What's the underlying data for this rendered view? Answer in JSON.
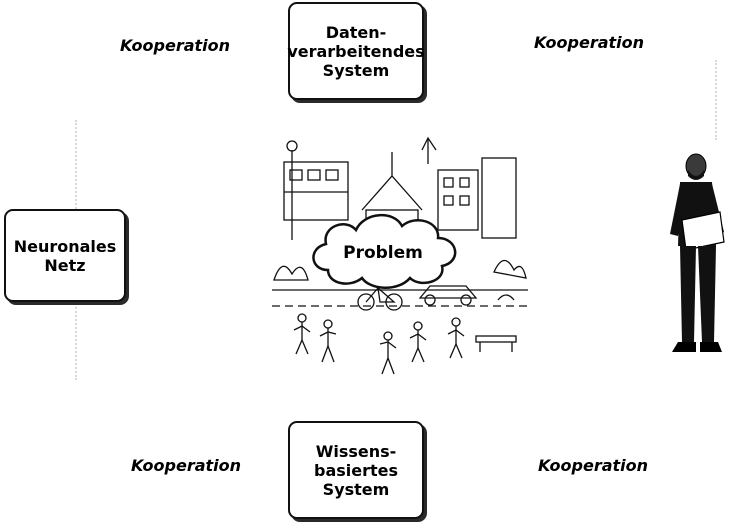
{
  "nodes": {
    "top": {
      "lines": [
        "Daten-",
        "verarbeitendes",
        "System"
      ]
    },
    "left": {
      "lines": [
        "Neuronales",
        "Netz"
      ]
    },
    "bottom": {
      "lines": [
        "Wissens-",
        "basiertes",
        "System"
      ]
    },
    "center": {
      "label": "Problem"
    }
  },
  "edges": {
    "top_left": "Kooperation",
    "top_right": "Kooperation",
    "bottom_left": "Kooperation",
    "bottom_right": "Kooperation"
  },
  "icons": {
    "scene": "city-street-scene-illustration",
    "person": "man-holding-papers-icon"
  }
}
